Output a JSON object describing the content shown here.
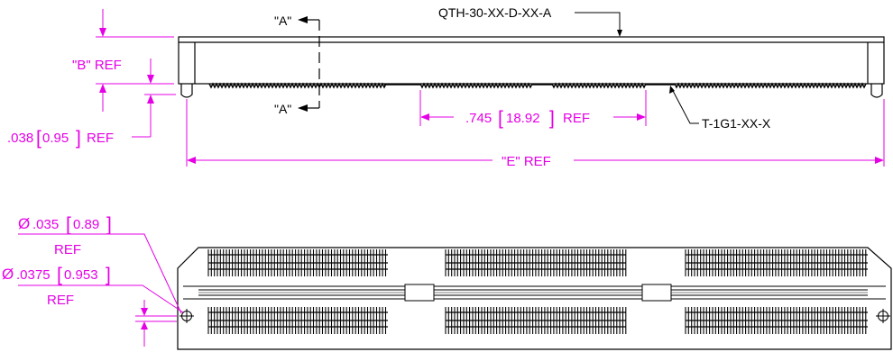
{
  "colors": {
    "dimension": "#e600e6",
    "outline": "#000000",
    "background": "#ffffff"
  },
  "labels": {
    "part_number": "QTH-30-XX-D-XX-A",
    "section_top": "\"A\"",
    "section_bottom": "\"A\"",
    "b_ref": "\"B\" REF",
    "tail_dim": ".038",
    "tail_dim_mm": "0.95",
    "tail_dim_suffix": "REF",
    "pitch_dim": ".745",
    "pitch_dim_mm": "18.92",
    "pitch_dim_suffix": "REF",
    "mate_part": "T-1G1-XX-X",
    "e_ref": "\"E\" REF",
    "hole1_prefix": "Ø",
    "hole1_dim": ".035",
    "hole1_dim_mm": "0.89",
    "hole1_ref": "REF",
    "hole2_prefix": "Ø",
    "hole2_dim": ".0375",
    "hole2_dim_mm": "0.953",
    "hole2_ref": "REF"
  }
}
